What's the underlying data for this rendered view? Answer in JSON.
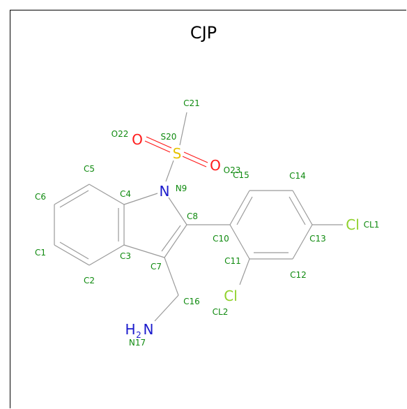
{
  "title": "CJP",
  "colors": {
    "bond": "#9a9a9a",
    "label": "#0f8a0f",
    "N": "#1a1acc",
    "O": "#ff1a1a",
    "S": "#e6c200",
    "Cl": "#8fd12a"
  },
  "atom_symbols": {
    "N9": "N",
    "S20": "S",
    "O22": "O",
    "O23": "O",
    "CL1": "Cl",
    "CL2": "Cl",
    "N17_H": "H",
    "N17_sub": "2",
    "N17_N": "N"
  },
  "atom_labels": {
    "C21": "C21",
    "O22": "O22",
    "S20": "S20",
    "O23": "O23",
    "C15": "C15",
    "C14": "C14",
    "C5": "C5",
    "N9": "N9",
    "C6": "C6",
    "C4": "C4",
    "C8": "C8",
    "CL1": "CL1",
    "C10": "C10",
    "C13": "C13",
    "C1": "C1",
    "C3": "C3",
    "C7": "C7",
    "C11": "C11",
    "C12": "C12",
    "C2": "C2",
    "C16": "C16",
    "CL2": "CL2",
    "N17": "N17"
  }
}
